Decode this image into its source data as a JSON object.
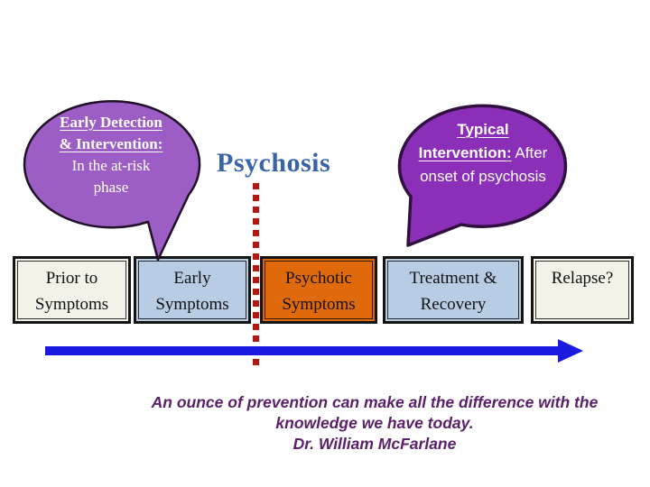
{
  "slide": {
    "title": "Psychosis",
    "left_bubble": {
      "heading": "Early Detection & Intervention:",
      "body": "In the at-risk phase"
    },
    "right_bubble": {
      "heading": "Typical Intervention:",
      "body": "After onset of psychosis"
    },
    "timeline": {
      "boxes": [
        {
          "label": "Prior to Symptoms",
          "fill": "#f3f2e9"
        },
        {
          "label": "Early Symptoms",
          "fill": "#b8cce4"
        },
        {
          "label": "Psychotic Symptoms",
          "fill": "#e0690b"
        },
        {
          "label": "Treatment & Recovery",
          "fill": "#b8cce4"
        },
        {
          "label": "Relapse?",
          "fill": "#f3f2e9"
        }
      ]
    },
    "quote": {
      "line1": "An ounce of prevention can make all the difference with the",
      "line2": "knowledge we have today.",
      "line3": "Dr. William McFarlane"
    },
    "colors": {
      "title_blue": "#3b63a8",
      "left_bubble_fill": "#9c5ec4",
      "right_bubble_fill": "#8b2fb8",
      "arrow_blue": "#1a1ae0",
      "dotted_red": "#b5170f",
      "quote_purple": "#5a2069",
      "box_cream": "#f3f2e9",
      "box_blue": "#b8cce4",
      "box_orange": "#e0690b"
    }
  }
}
